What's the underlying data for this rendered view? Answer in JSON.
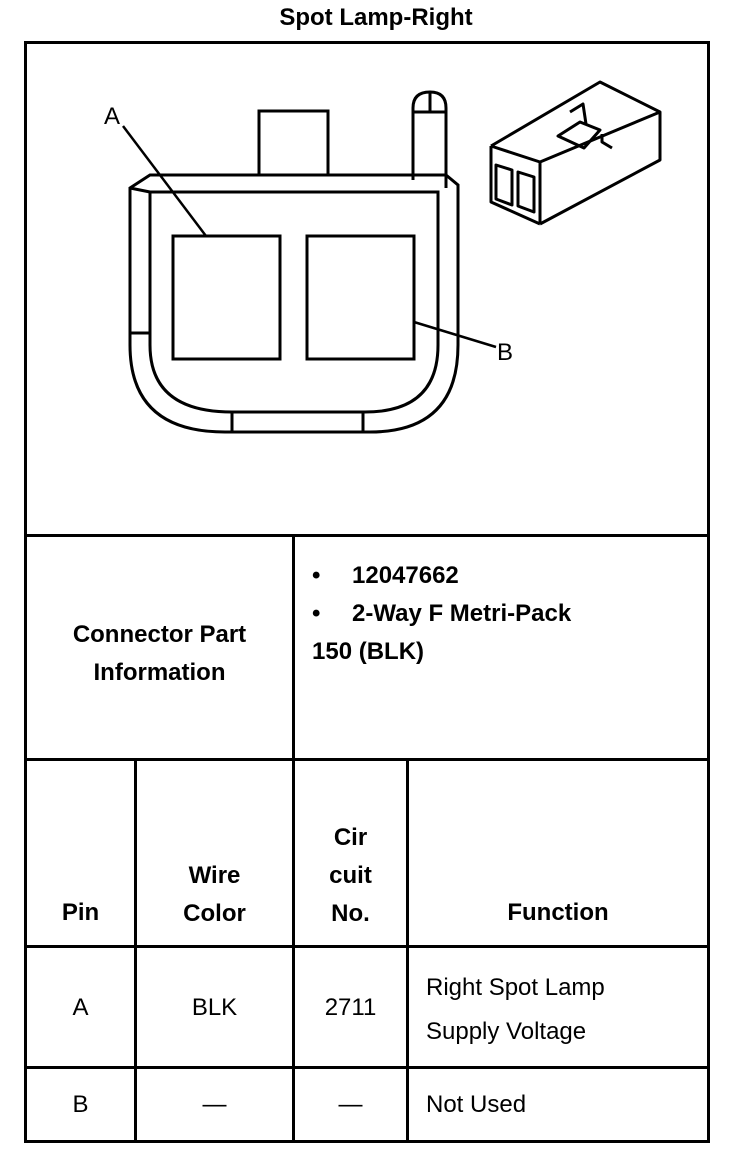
{
  "title": "Spot Lamp-Right",
  "diagram": {
    "label_a": "A",
    "label_b": "B"
  },
  "part_info": {
    "label_line1": "Connector Part",
    "label_line2": "Information",
    "bullet_char": "•",
    "part_number": "12047662",
    "description_line1": "2-Way F Metri-Pack",
    "description_line2": "150 (BLK)"
  },
  "table": {
    "headers": {
      "pin": "Pin",
      "wire_color_line1": "Wire",
      "wire_color_line2": "Color",
      "circuit_line1": "Cir",
      "circuit_line2": "cuit",
      "circuit_line3": "No.",
      "function": "Function"
    },
    "rows": [
      {
        "pin": "A",
        "wire_color": "BLK",
        "circuit": "2711",
        "function_line1": "Right Spot Lamp",
        "function_line2": "Supply Voltage"
      },
      {
        "pin": "B",
        "wire_color": "—",
        "circuit": "—",
        "function_line1": "Not Used",
        "function_line2": ""
      }
    ]
  }
}
